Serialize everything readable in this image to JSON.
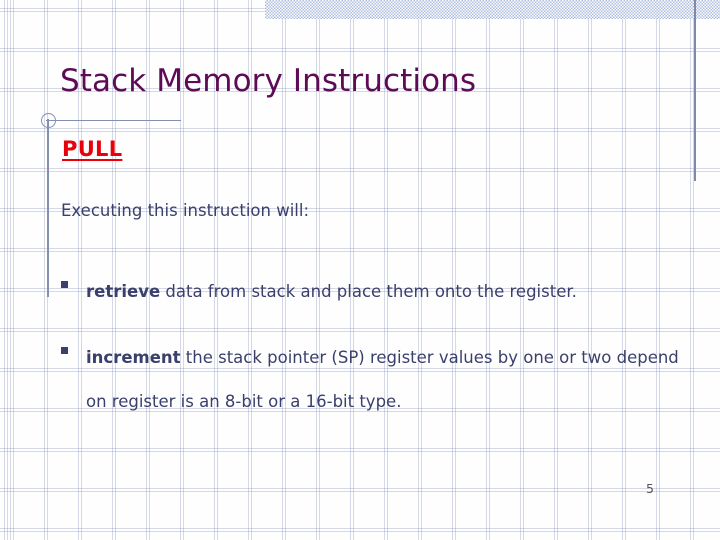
{
  "slide": {
    "title": "Stack Memory  Instructions",
    "heading": "PULL",
    "intro": "Executing this instruction will:",
    "page_number": "5",
    "bullets": [
      {
        "marker": "square-bullet",
        "strong": "retrieve",
        "rest": " data from stack and place them onto the register."
      },
      {
        "marker": "square-bullet",
        "strong": "increment",
        "rest": "  the stack pointer (SP) register values by one or two depend on register is an 8-bit or a 16-bit type."
      }
    ]
  },
  "colors": {
    "title": "#5e0b55",
    "heading": "#e8000b",
    "body": "#3a3f6b",
    "rule": "#8490ad",
    "band": "#aabbdd",
    "page_number": "#55555e",
    "background": "#fefeff"
  }
}
